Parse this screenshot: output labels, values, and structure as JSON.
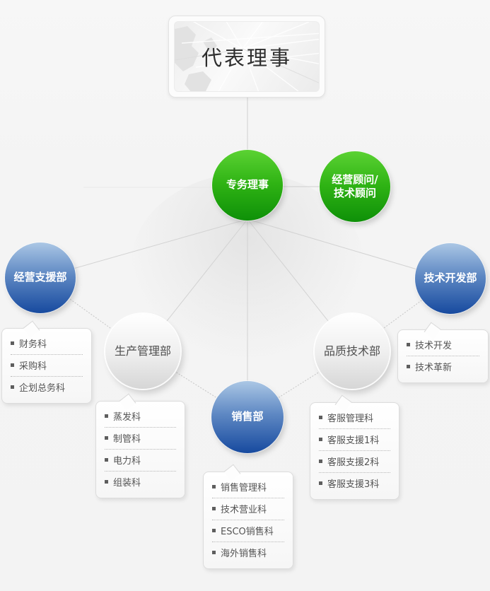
{
  "root": {
    "title": "代表理事"
  },
  "executives": {
    "managing_director": "专务理事",
    "advisor_line1": "经营顾问/",
    "advisor_line2": "技术顾问"
  },
  "departments": {
    "management_support": "经营支援部",
    "production_management": "生产管理部",
    "sales": "销售部",
    "quality_technology": "品质技术部",
    "technology_development": "技术开发部"
  },
  "teams": {
    "management_support": [
      "财务科",
      "采购科",
      "企划总务科"
    ],
    "production_management": [
      "蒸发科",
      "制管科",
      "电力科",
      "组装科"
    ],
    "sales": [
      "销售管理科",
      "技术营业科",
      "ESCO销售科",
      "海外销售科"
    ],
    "quality_technology": [
      "客服管理科",
      "客服支援1科",
      "客服支援2科",
      "客服支援3科"
    ],
    "technology_development": [
      "技术开发",
      "技术革新"
    ]
  },
  "colors": {
    "executive_green_top": "#5bd233",
    "executive_green_bottom": "#0e9008",
    "department_blue_top": "#abc7e5",
    "department_blue_bottom": "#174a9f",
    "department_gray_top": "#ffffff",
    "department_gray_bottom": "#d6d6d6",
    "connector_solid": "#d2d2d2",
    "connector_dotted": "#c6c6c6",
    "list_text": "#555555",
    "title_text": "#2e2e2e"
  }
}
